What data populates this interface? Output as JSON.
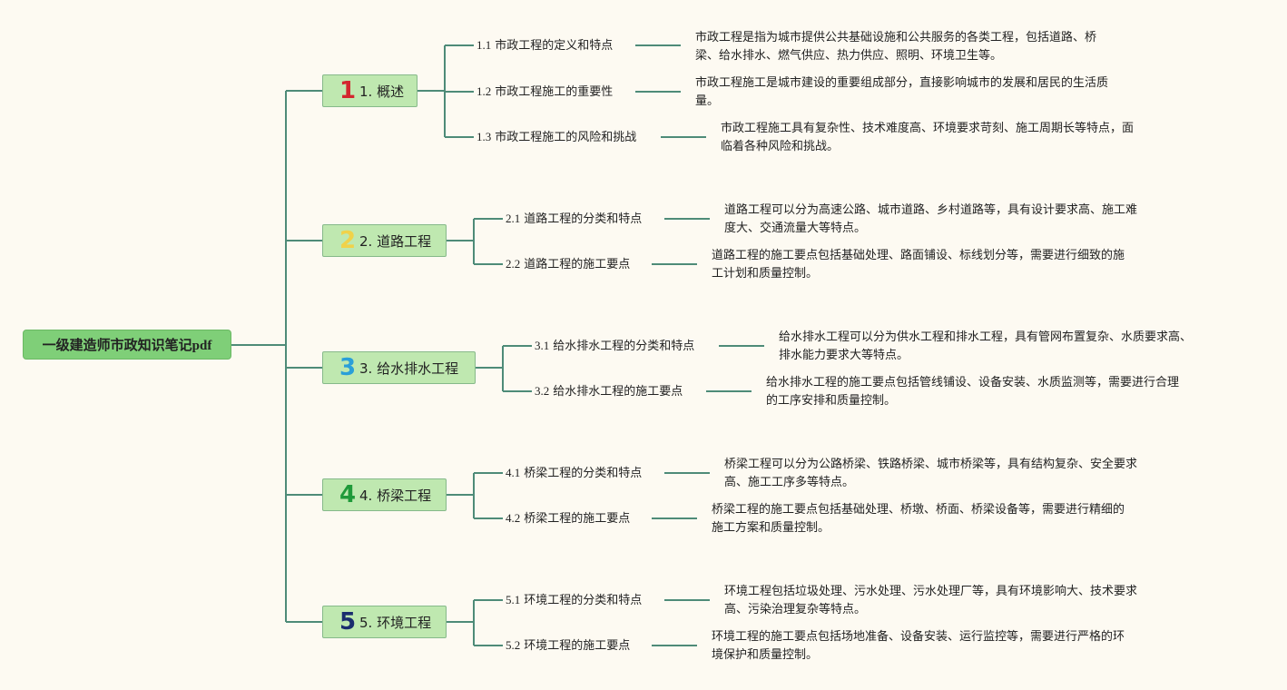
{
  "root": {
    "label": "一级建造师市政知识笔记pdf"
  },
  "colors": {
    "line": "#4e8b78"
  },
  "sections": [
    {
      "num": "1",
      "label": "1. 概述",
      "num_color": "#d3262e",
      "subs": [
        {
          "num": "1.1",
          "label": "市政工程的定义和特点",
          "desc": [
            "市政工程是指为城市提供公共基础设施和公共服务的各类工程，包括道路、桥",
            "梁、给水排水、燃气供应、热力供应、照明、环境卫生等。"
          ]
        },
        {
          "num": "1.2",
          "label": "市政工程施工的重要性",
          "desc": [
            "市政工程施工是城市建设的重要组成部分，直接影响城市的发展和居民的生活质",
            "量。"
          ]
        },
        {
          "num": "1.3",
          "label": "市政工程施工的风险和挑战",
          "desc": [
            "市政工程施工具有复杂性、技术难度高、环境要求苛刻、施工周期长等特点，面",
            "临着各种风险和挑战。"
          ]
        }
      ]
    },
    {
      "num": "2",
      "label": "2. 道路工程",
      "num_color": "#f0d24a",
      "subs": [
        {
          "num": "2.1",
          "label": "道路工程的分类和特点",
          "desc": [
            "道路工程可以分为高速公路、城市道路、乡村道路等，具有设计要求高、施工难",
            "度大、交通流量大等特点。"
          ]
        },
        {
          "num": "2.2",
          "label": "道路工程的施工要点",
          "desc": [
            "道路工程的施工要点包括基础处理、路面铺设、标线划分等，需要进行细致的施",
            "工计划和质量控制。"
          ]
        }
      ]
    },
    {
      "num": "3",
      "label": "3. 给水排水工程",
      "num_color": "#2a9fd8",
      "subs": [
        {
          "num": "3.1",
          "label": "给水排水工程的分类和特点",
          "desc": [
            "给水排水工程可以分为供水工程和排水工程，具有管网布置复杂、水质要求高、",
            "排水能力要求大等特点。"
          ]
        },
        {
          "num": "3.2",
          "label": "给水排水工程的施工要点",
          "desc": [
            "给水排水工程的施工要点包括管线铺设、设备安装、水质监测等，需要进行合理",
            "的工序安排和质量控制。"
          ]
        }
      ]
    },
    {
      "num": "4",
      "label": "4. 桥梁工程",
      "num_color": "#1f9a3a",
      "subs": [
        {
          "num": "4.1",
          "label": "桥梁工程的分类和特点",
          "desc": [
            "桥梁工程可以分为公路桥梁、铁路桥梁、城市桥梁等，具有结构复杂、安全要求",
            "高、施工工序多等特点。"
          ]
        },
        {
          "num": "4.2",
          "label": "桥梁工程的施工要点",
          "desc": [
            "桥梁工程的施工要点包括基础处理、桥墩、桥面、桥梁设备等，需要进行精细的",
            "施工方案和质量控制。"
          ]
        }
      ]
    },
    {
      "num": "5",
      "label": "5. 环境工程",
      "num_color": "#1a2d6e",
      "subs": [
        {
          "num": "5.1",
          "label": "环境工程的分类和特点",
          "desc": [
            "环境工程包括垃圾处理、污水处理、污水处理厂等，具有环境影响大、技术要求",
            "高、污染治理复杂等特点。"
          ]
        },
        {
          "num": "5.2",
          "label": "环境工程的施工要点",
          "desc": [
            "环境工程的施工要点包括场地准备、设备安装、运行监控等，需要进行严格的环",
            "境保护和质量控制。"
          ]
        }
      ]
    }
  ]
}
